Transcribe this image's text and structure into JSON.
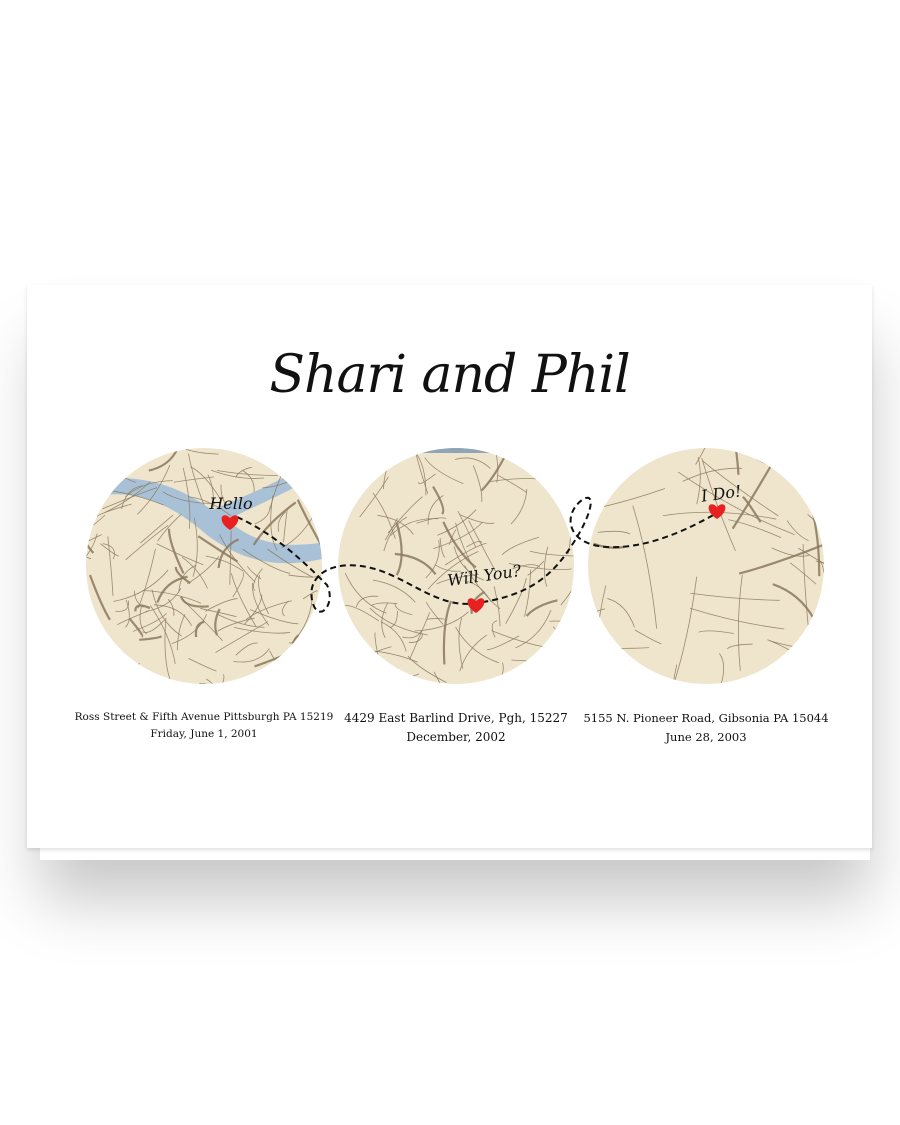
{
  "title": "Shari and Phil",
  "maps": [
    {
      "label": "Hello",
      "address": "Ross Street & Fifth Avenue Pittsburgh PA 15219",
      "date": "Friday, June 1, 2001"
    },
    {
      "label": "Will You?",
      "address": "4429 East Barlind Drive, Pgh, 15227",
      "date": "December, 2002"
    },
    {
      "label": "I Do!",
      "address": "5155 N. Pioneer Road, Gibsonia PA 15044",
      "date": "June 28, 2003"
    }
  ],
  "colors": {
    "map_bg": "#efe4cc",
    "road": "#8a7a5e",
    "river": "#a9c1d6",
    "heart": "#e8201f"
  }
}
